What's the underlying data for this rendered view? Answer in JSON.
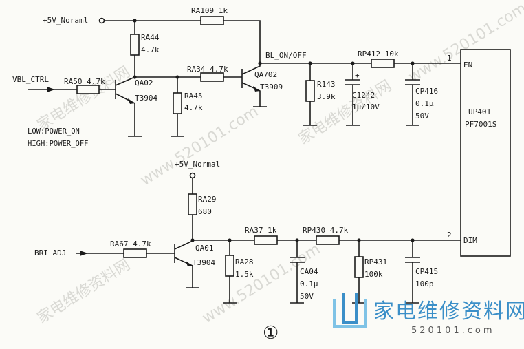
{
  "nets": {
    "v5_normal_top": "+5V_Noraml",
    "v5_normal_bottom": "+5V_Normal",
    "bl_on_off": "BL_ON/OFF",
    "vbl_ctrl": "VBL_CTRL",
    "bri_adj": "BRI_ADJ"
  },
  "note": {
    "low": "LOW:POWER_ON",
    "high": "HIGH:POWER_OFF"
  },
  "components": {
    "ra109": "RA109 1k",
    "ra44": "RA44",
    "ra44_v": "4.7k",
    "ra50": "RA50 4.7k",
    "qa02": "QA02",
    "qa02_t": "T3904",
    "ra34": "RA34 4.7k",
    "ra45": "RA45",
    "ra45_v": "4.7k",
    "qa702": "QA702",
    "qa702_t": "T3909",
    "r143": "R143",
    "r143_v": "3.9k",
    "c1242": "C1242",
    "c1242_v": "1μ/10V",
    "rp412": "RP412 10k",
    "cp416": "CP416",
    "cp416_v1": "0.1μ",
    "cp416_v2": "50V",
    "ra29": "RA29",
    "ra29_v": "680",
    "ra67": "RA67 4.7k",
    "qa01": "QA01",
    "qa01_t": "T3904",
    "ra37": "RA37 1k",
    "ra28": "RA28",
    "ra28_v": "1.5k",
    "ca04": "CA04",
    "ca04_v1": "0.1μ",
    "ca04_v2": "50V",
    "rp430": "RP430 4.7k",
    "rp431": "RP431",
    "rp431_v": "100k",
    "cp415": "CP415",
    "cp415_v": "100p"
  },
  "ic": {
    "name": "UP401",
    "part": "PF7001S",
    "pin1": "1",
    "pin1_name": "EN",
    "pin2": "2",
    "pin2_name": "DIM"
  },
  "figure_number": "①",
  "watermark": {
    "brand": "家电维修资料网",
    "site": "520101.com"
  },
  "colors": {
    "ink": "#1b1b1b",
    "brand": "#3b8fc8"
  }
}
